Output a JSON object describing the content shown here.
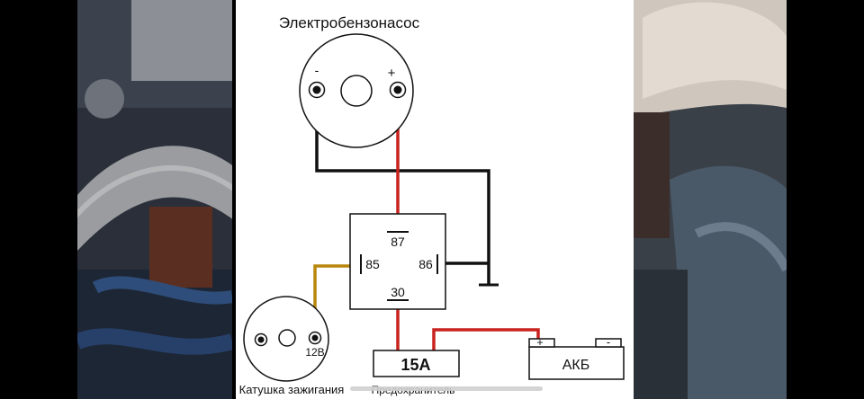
{
  "diagram": {
    "title": "Электробензонасос",
    "pump": {
      "minus_label": "-",
      "plus_label": "+"
    },
    "relay": {
      "pin_87": "87",
      "pin_85": "85",
      "pin_86": "86",
      "pin_30": "30"
    },
    "coil": {
      "terminal_label": "12В",
      "caption": "Катушка зажигания"
    },
    "fuse": {
      "rating": "15А",
      "caption": "Предохранитель"
    },
    "battery": {
      "label": "АКБ",
      "plus_label": "+",
      "minus_label": "-"
    },
    "colors": {
      "power_wire": "#c8231e",
      "ground_wire": "#111111",
      "signal_wire": "#b8860b"
    }
  }
}
